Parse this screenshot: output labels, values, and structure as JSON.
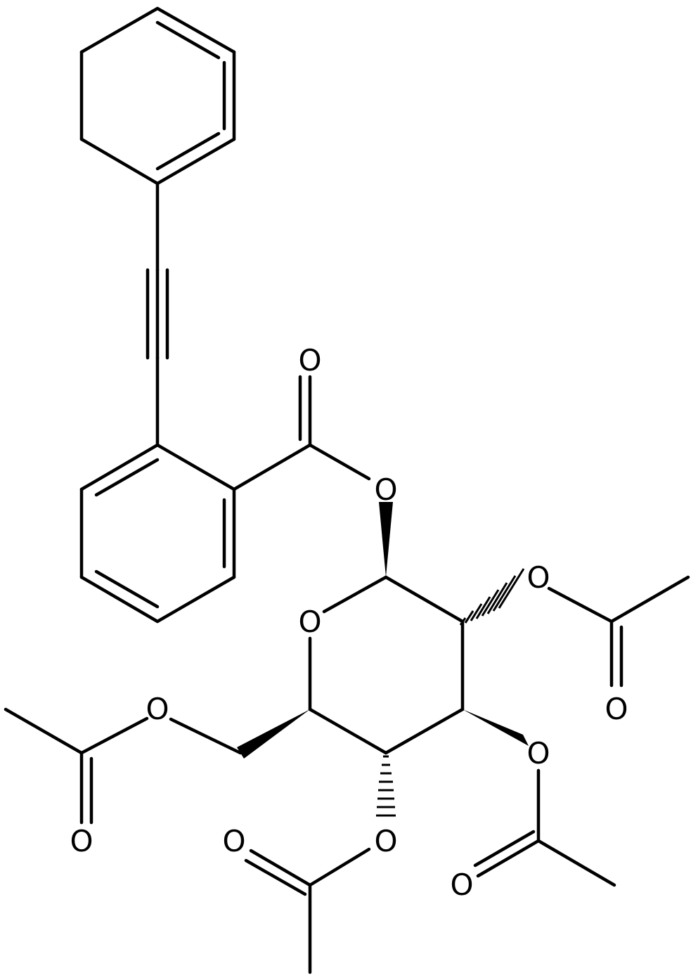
{
  "atom_labels": {
    "o_carbonyl_ester": "O",
    "o_ester_link": "O",
    "o_ring": "O",
    "o_c2_acetoxy": "O",
    "o_c2_carbonyl": "O",
    "o_c3_acetoxy": "O",
    "o_c3_carbonyl": "O",
    "o_c4_acetoxy": "O",
    "o_c4_carbonyl": "O",
    "o_c6_acetoxy": "O",
    "o_c6_carbonyl": "O"
  }
}
